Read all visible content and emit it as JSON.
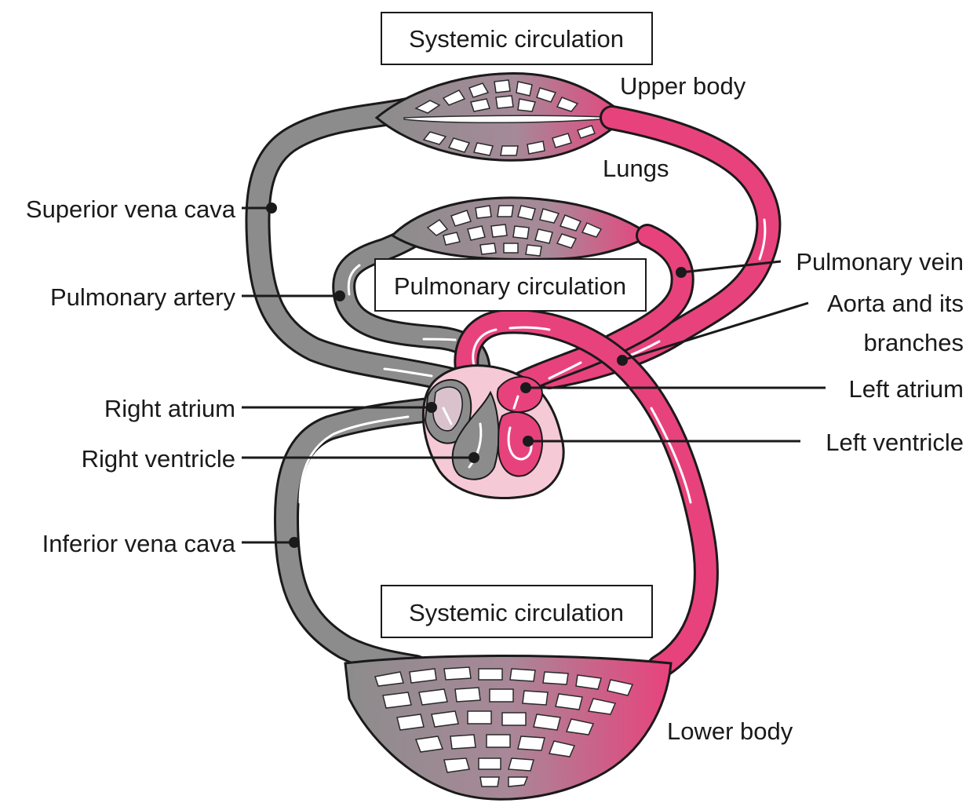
{
  "boxes": {
    "systemic_top": "Systemic circulation",
    "pulmonary": "Pulmonary circulation",
    "systemic_bottom": "Systemic circulation"
  },
  "labels": {
    "upper_body": "Upper body",
    "lungs": "Lungs",
    "lower_body": "Lower body",
    "superior_vena_cava": "Superior vena cava",
    "pulmonary_artery": "Pulmonary artery",
    "right_atrium": "Right atrium",
    "right_ventricle": "Right ventricle",
    "inferior_vena_cava": "Inferior vena cava",
    "pulmonary_vein": "Pulmonary vein",
    "aorta_line1": "Aorta and its",
    "aorta_line2": "branches",
    "left_atrium": "Left atrium",
    "left_ventricle": "Left ventricle"
  },
  "colors": {
    "deoxygenated": "#8c8c8c",
    "oxygenated": "#e8427c",
    "heart_outer": "#f5c9d6",
    "outline": "#1a1a1a"
  }
}
